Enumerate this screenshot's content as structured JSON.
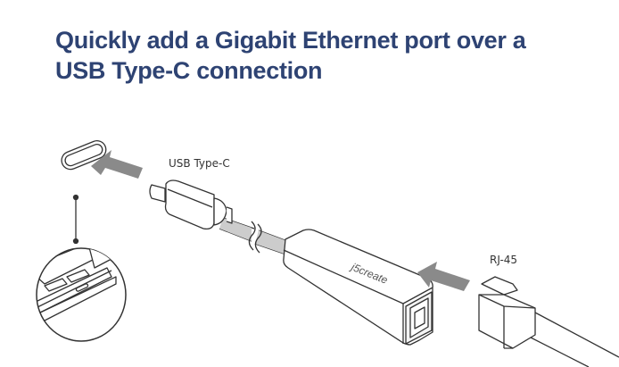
{
  "title": {
    "line1": "Quickly add a Gigabit Ethernet port over a",
    "line2": "USB Type-C connection"
  },
  "labels": {
    "usb": "USB Type-C",
    "rj45": "RJ-45"
  },
  "logo_text": "j5create",
  "colors": {
    "title": "#2e4373",
    "arrow": "#8a8a8a",
    "line": "#333333"
  }
}
